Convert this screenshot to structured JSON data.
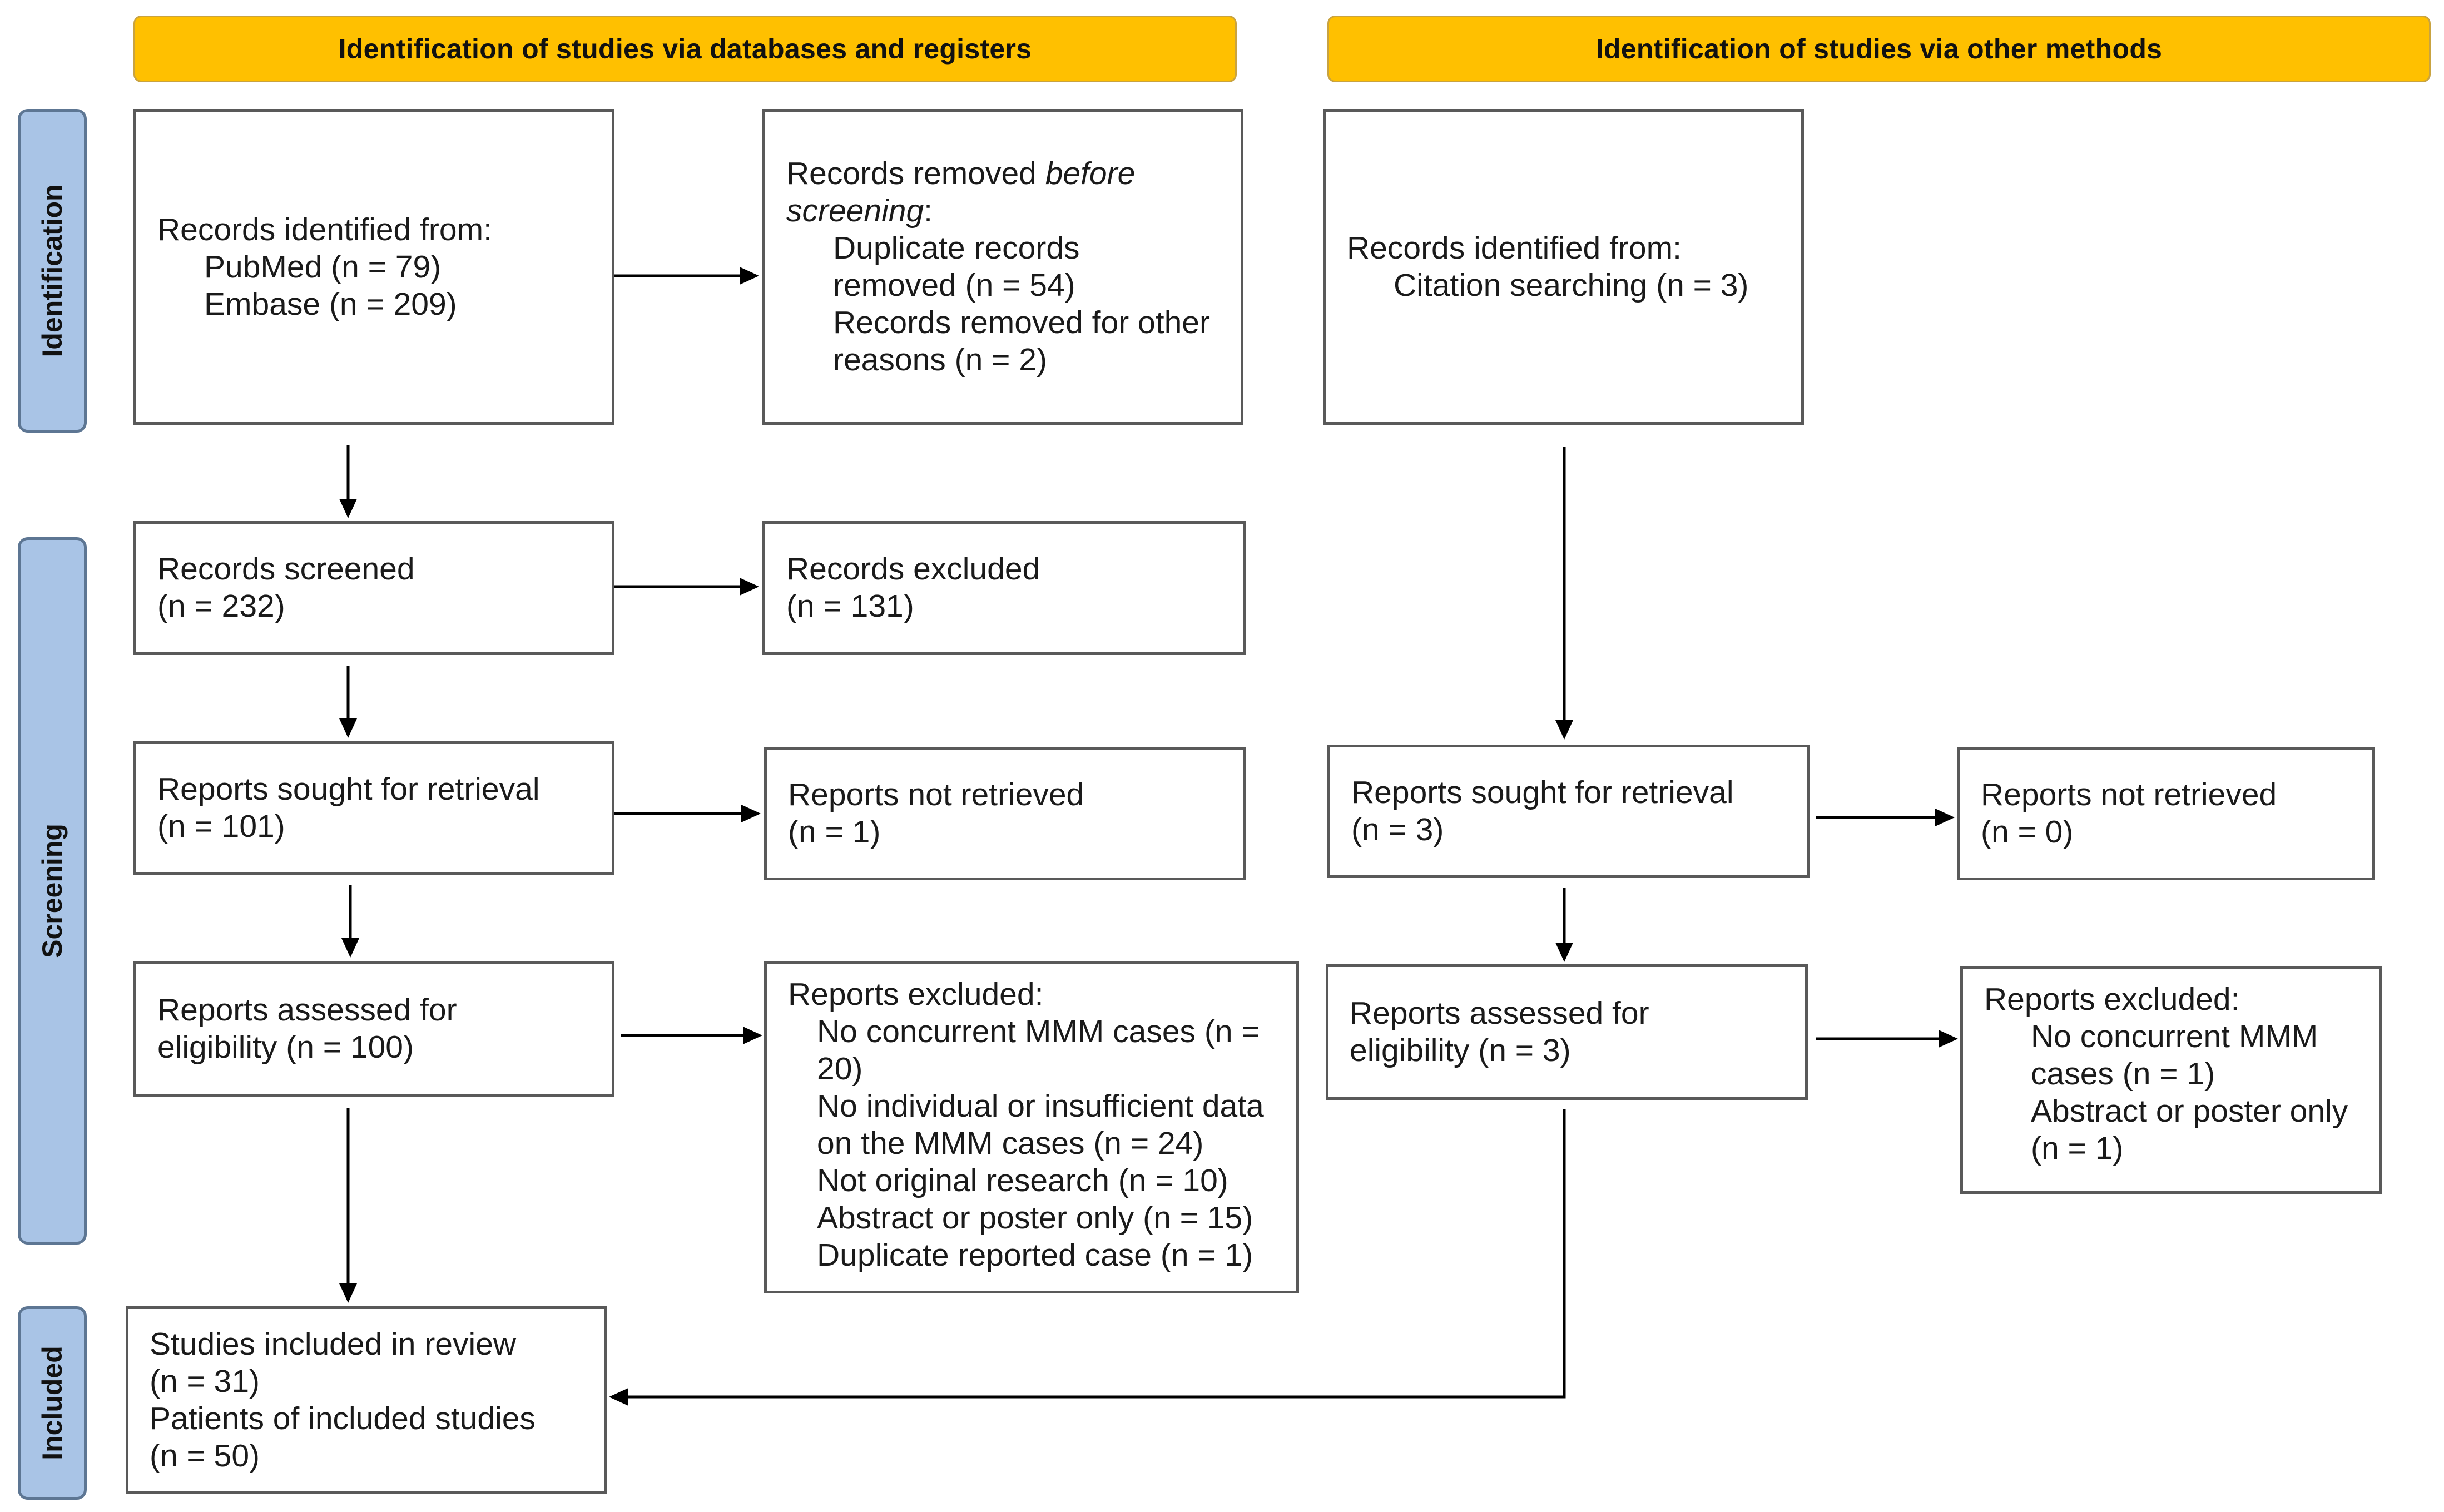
{
  "headers": {
    "left": "Identification of studies via databases and registers",
    "right": "Identification of studies via other methods"
  },
  "phases": {
    "identification": "Identification",
    "screening": "Screening",
    "included": "Included"
  },
  "left": {
    "identified": {
      "title": "Records identified from:",
      "pubmed": "PubMed (n = 79)",
      "embase": "Embase (n = 209)"
    },
    "removed": {
      "title_part1": "Records removed ",
      "title_italic1": "before",
      "title_italic2": "screening",
      "title_colon": ":",
      "duplicate_l1": "Duplicate records",
      "duplicate_l2": "removed (n = 54)",
      "other_l1": "Records removed for other",
      "other_l2": "reasons (n = 2)"
    },
    "screened": {
      "title": "Records screened",
      "n": "(n = 232)"
    },
    "excluded": {
      "title": "Records excluded",
      "n": "(n = 131)"
    },
    "sought": {
      "title": "Reports sought for retrieval",
      "n": "(n = 101)"
    },
    "not_retrieved": {
      "title": "Reports not retrieved",
      "n": "(n = 1)"
    },
    "assessed": {
      "title": "Reports assessed for",
      "n": "eligibility (n = 100)"
    },
    "reports_excluded": {
      "title": "Reports excluded:",
      "r1_l1": "No concurrent MMM cases (n =",
      "r1_l2": "20)",
      "r2_l1": "No individual or insufficient data",
      "r2_l2": "on the MMM cases (n = 24)",
      "r3": "Not original research (n = 10)",
      "r4": "Abstract or poster only (n = 15)",
      "r5": "Duplicate reported case (n = 1)"
    },
    "included": {
      "studies": "Studies included in review",
      "studies_n": "(n = 31)",
      "patients": "Patients of included studies",
      "patients_n": "(n = 50)"
    }
  },
  "right": {
    "identified": {
      "title": "Records identified from:",
      "citation": "Citation searching (n = 3)"
    },
    "sought": {
      "title": "Reports sought for retrieval",
      "n": "(n = 3)"
    },
    "not_retrieved": {
      "title": "Reports not retrieved",
      "n": "(n = 0)"
    },
    "assessed": {
      "title": "Reports assessed for",
      "n": "eligibility (n = 3)"
    },
    "reports_excluded": {
      "title": "Reports excluded:",
      "r1_l1": "No concurrent MMM",
      "r1_l2": "cases (n = 1)",
      "r2_l1": "Abstract or poster only",
      "r2_l2": "(n = 1)"
    }
  },
  "colors": {
    "header_fill": "#ffc000",
    "phase_fill": "#a9c4e6",
    "box_border": "#595959",
    "arrow": "#000000"
  }
}
